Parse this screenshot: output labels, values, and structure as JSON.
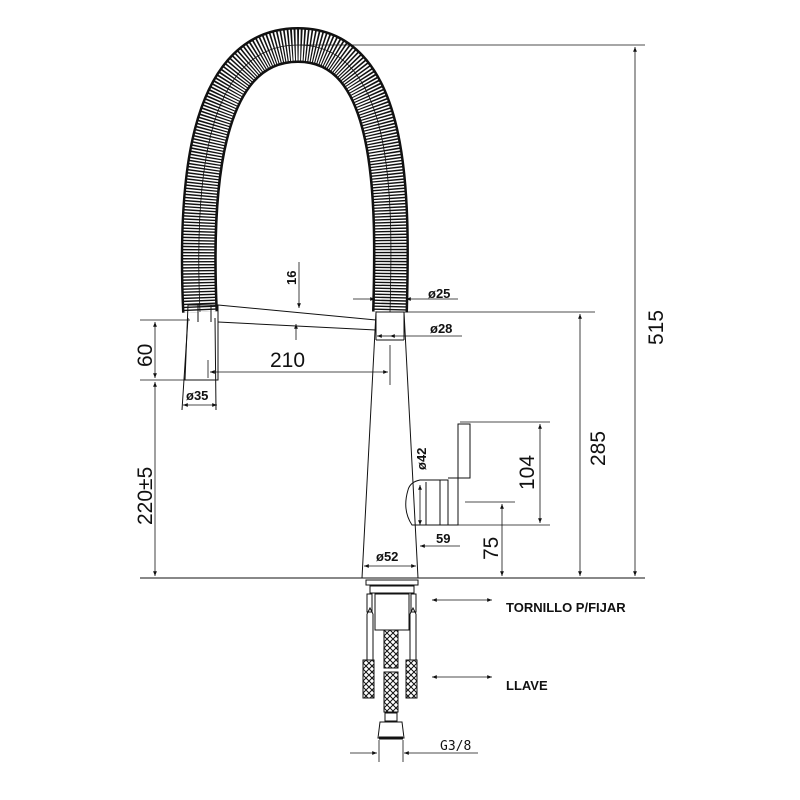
{
  "dimensions": {
    "hose_gap": "16",
    "hose_dia": "ø25",
    "neck_dia": "ø28",
    "spout_reach": "210",
    "spout_tip_height": "60",
    "spout_tip_dia": "ø35",
    "spout_height": "220±5",
    "total_height": "515",
    "body_height": "285",
    "handle_height": "104",
    "handle_base_height": "75",
    "handle_dia": "ø42",
    "handle_reach": "59",
    "base_dia": "ø52"
  },
  "labels": {
    "mounting_screw": "TORNILLO P/FIJAR",
    "valve": "LLAVE",
    "thread": "G3/8"
  }
}
